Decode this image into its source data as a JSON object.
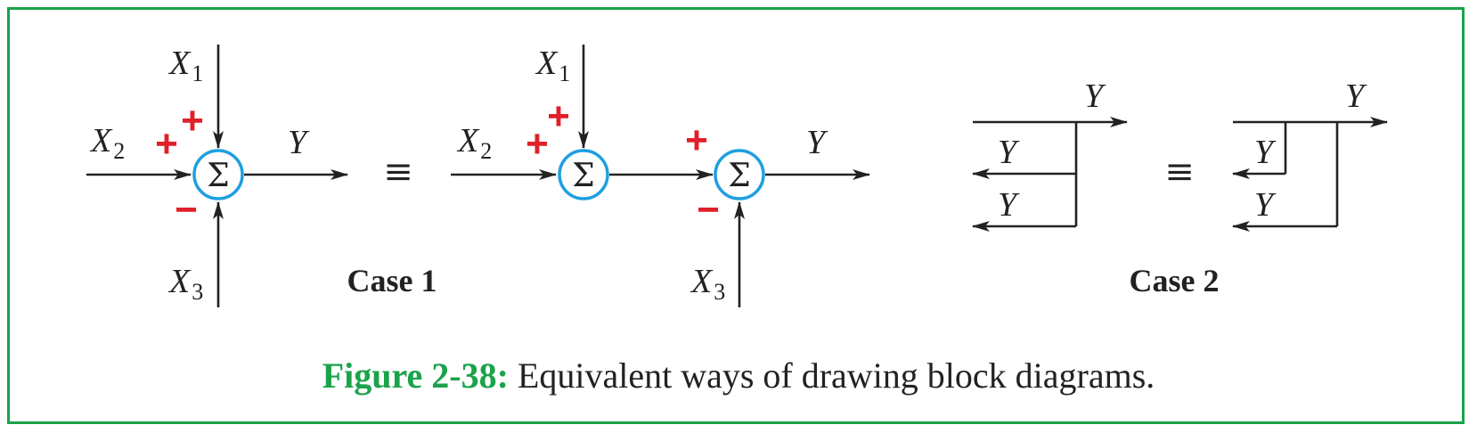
{
  "diagram": {
    "labels": {
      "x1": "X",
      "x1_sub": "1",
      "x2": "X",
      "x2_sub": "2",
      "x3": "X",
      "x3_sub": "3",
      "y": "Y",
      "plus": "+",
      "minus": "−",
      "sigma": "Σ",
      "equiv": "≡"
    },
    "case1_label": "Case  1",
    "case2_label": "Case  2"
  },
  "caption": {
    "figure_label": "Figure 2-38:",
    "text": "Equivalent ways of drawing block diagrams."
  },
  "colors": {
    "frame": "#1aa34a",
    "sign": "#e0202a",
    "summer_circle": "#1e9fe0"
  }
}
